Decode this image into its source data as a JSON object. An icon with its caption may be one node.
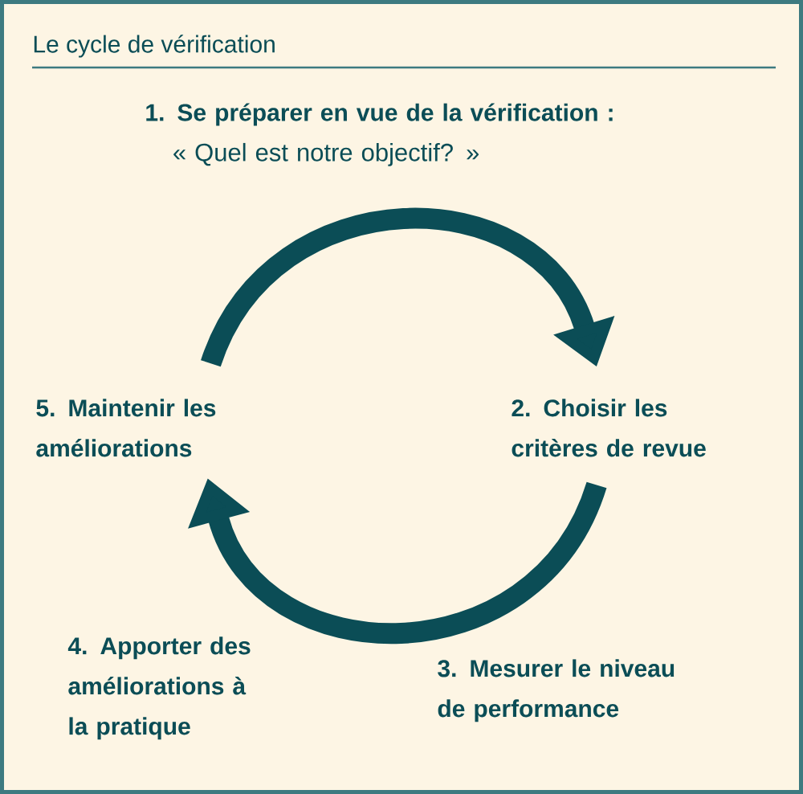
{
  "diagram": {
    "title": "Le cycle de vérification",
    "nodes": [
      {
        "text": [
          "1. Se préparer en vue de la vérification :",
          "« Quel est notre objectif? »"
        ]
      },
      {
        "text": [
          "2. Choisir les critères de revue"
        ]
      },
      {
        "text": [
          "3. Mesurer le niveau de performance"
        ]
      },
      {
        "text": [
          "4. Apporter des améliorations à la pratique"
        ]
      },
      {
        "text": [
          "5. Maintenir les améliorations"
        ]
      }
    ],
    "edges": [
      {
        "from": 4,
        "to": 1,
        "arrow": "to"
      },
      {
        "from": 1,
        "to": 4,
        "arrow": "to"
      }
    ]
  }
}
